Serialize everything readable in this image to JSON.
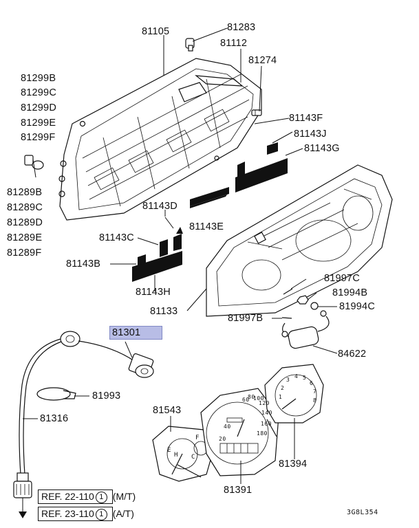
{
  "diagram": {
    "part_labels": {
      "p81105": "81105",
      "p81283": "81283",
      "p81112": "81112",
      "p81274": "81274",
      "p81143F": "81143F",
      "p81143J": "81143J",
      "p81143G": "81143G",
      "p81143D": "81143D",
      "p81143E": "81143E",
      "p81143C": "81143C",
      "p81143B": "81143B",
      "p81143H": "81143H",
      "p81133": "81133",
      "p81997C": "81997C",
      "p81994B": "81994B",
      "p81994C": "81994C",
      "p81997B": "81997B",
      "p81301": "81301",
      "p84622": "84622",
      "p81993": "81993",
      "p81316": "81316",
      "p81543": "81543",
      "p81394": "81394",
      "p81391": "81391"
    },
    "left_group_upper": [
      "81299B",
      "81299C",
      "81299D",
      "81299E",
      "81299F"
    ],
    "left_group_lower": [
      "81289B",
      "81289C",
      "81289D",
      "81289E",
      "81289F"
    ],
    "references": [
      {
        "text": "REF. 22-110",
        "circle": "1",
        "suffix": "(M/T)"
      },
      {
        "text": "REF. 23-110",
        "circle": "1",
        "suffix": "(A/T)"
      }
    ],
    "figure_code": "3G8L354",
    "highlighted_part": "81301",
    "colors": {
      "highlight": "#b8bde6",
      "ink": "#111111"
    },
    "gauge_text": {
      "speedo_numbers": [
        "60",
        "80",
        "100",
        "120",
        "140",
        "160",
        "180",
        "40",
        "20"
      ],
      "tacho_numbers": [
        "1",
        "2",
        "3",
        "4",
        "5",
        "6",
        "7",
        "8"
      ],
      "fuel_marks": [
        "F",
        "E",
        "H",
        "C"
      ]
    }
  }
}
